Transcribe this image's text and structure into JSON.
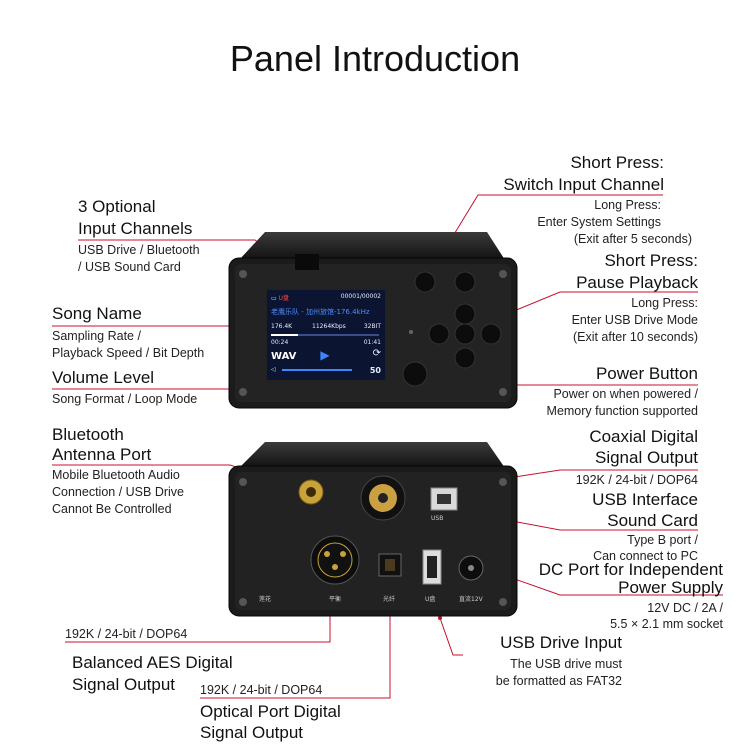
{
  "title": "Panel Introduction",
  "left": {
    "input_heading": "3 Optional\nInput Channels",
    "input_h1": "3 Optional",
    "input_h2": "Input Channels",
    "input_desc1": "USB Drive / Bluetooth",
    "input_desc2": "/ USB Sound Card",
    "song_heading": "Song Name",
    "song_desc1": "Sampling Rate /",
    "song_desc2": "Playback Speed / Bit Depth",
    "volume_heading": "Volume Level",
    "volume_desc": "Song Format / Loop Mode",
    "bt_h1": "Bluetooth",
    "bt_h2": "Antenna Port",
    "bt_desc1": "Mobile Bluetooth Audio",
    "bt_desc2": "Connection / USB Drive",
    "bt_desc3": "Cannot Be Controlled",
    "aes_spec": "192K / 24-bit / DOP64",
    "aes_h1": "Balanced AES Digital",
    "aes_h2": "Signal Output",
    "opt_spec": "192K / 24-bit / DOP64",
    "opt_h1": "Optical Port Digital",
    "opt_h2": "Signal Output"
  },
  "right": {
    "short1_h1": "Short Press:",
    "short1_h2": "Switch Input Channel",
    "short1_d1": "Long Press:",
    "short1_d2": "Enter System Settings",
    "short1_d3": "(Exit after 5 seconds)",
    "short2_h1": "Short Press:",
    "short2_h2": "Pause Playback",
    "short2_d1": "Long Press:",
    "short2_d2": "Enter USB Drive Mode",
    "short2_d3": "(Exit after 10 seconds)",
    "power_h": "Power Button",
    "power_d1": "Power on when powered /",
    "power_d2": "Memory function supported",
    "coax_h1": "Coaxial Digital",
    "coax_h2": "Signal Output",
    "coax_spec": "192K / 24-bit / DOP64",
    "usbif_h1": "USB Interface",
    "usbif_h2": "Sound Card",
    "usbif_d1": "Type B port /",
    "usbif_d2": "Can connect to PC",
    "dc_h1": "DC Port for Independent",
    "dc_h2": "Power Supply",
    "dc_d1": "12V DC / 2A /",
    "dc_d2": "5.5 × 2.1 mm socket",
    "usbdrive_h": "USB Drive Input",
    "usbdrive_d1": "The USB drive must",
    "usbdrive_d2": "be formatted as FAT32"
  },
  "screen": {
    "source": "U盘",
    "track": "00001/00002",
    "song": "老鹰乐队 - 加州旅馆-176.4kHz",
    "rate": "176.4K",
    "speed": "11264Kbps",
    "depth": "32BIT",
    "elapsed": "00:24",
    "total": "01:41",
    "format": "WAV",
    "play": "▶",
    "volume": "50",
    "progress": 0.25
  },
  "back_labels": {
    "coax": "莲花",
    "balanced": "平衡",
    "optical": "光纤",
    "usbdisk": "U盘",
    "dc": "直流12V",
    "usb": "USB"
  },
  "colors": {
    "leader": "#c8102e",
    "chassis": "#1a1a1a"
  }
}
